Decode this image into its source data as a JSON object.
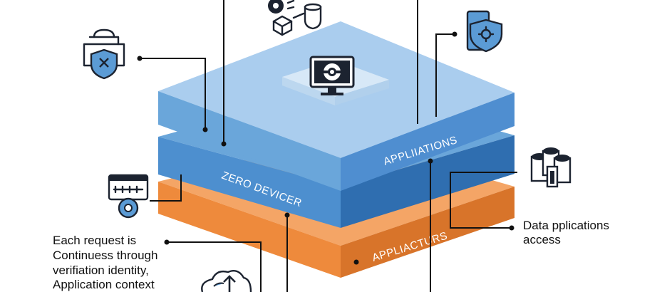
{
  "layers": [
    {
      "label": "APPLIIATIONS",
      "color": "#6aa6da"
    },
    {
      "label": "ZERO DEVICER",
      "color": "#3f82c6"
    },
    {
      "label": "APPLIACTURS",
      "color": "#ee8a3c"
    }
  ],
  "left_note": {
    "lines": [
      "Each request is",
      "Continuess through",
      "verifiation identity,",
      "Application context"
    ]
  },
  "right_note": {
    "lines": [
      "Data pplications",
      "access"
    ]
  },
  "icons": [
    "security-lock-shield-icon",
    "server-monitor-icon",
    "shield-device-icon",
    "database-cylinders-icon",
    "access-panel-icon",
    "cloud-upload-icon",
    "database-shapes-icon"
  ],
  "colors": {
    "top_face": "#aacdee",
    "top_face_light": "#c9e0f4",
    "blue_mid": "#4d8fcf",
    "blue_dark": "#2f6eb0",
    "orange": "#ee8a3c",
    "orange_dark": "#d8742a",
    "icon_blue": "#5b9bd5"
  }
}
